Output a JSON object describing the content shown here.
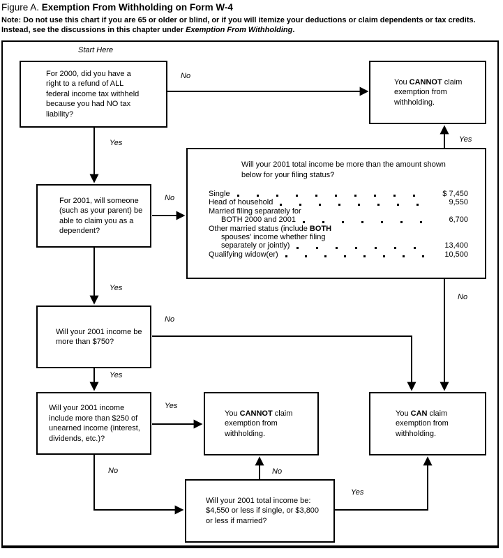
{
  "title": {
    "prefix": "Figure A. ",
    "main": "Exemption From Withholding on Form W-4"
  },
  "note": {
    "line1": "Note: Do not use this chart if you are 65 or older or blind, or if you will itemize your deductions or claim dependents or tax credits.",
    "line2_pre": "Instead, see the discussions in this chapter under ",
    "line2_italic": "Exemption From Withholding",
    "line2_post": "."
  },
  "labels": {
    "start_here": "Start Here",
    "no_refund": "No",
    "yes_refund": "Yes",
    "no_dependent": "No",
    "yes_dependent": "Yes",
    "yes_filing": "Yes",
    "no_filing": "No",
    "no_750": "No",
    "yes_750": "Yes",
    "yes_unearned": "Yes",
    "no_unearned": "No",
    "no_total": "No",
    "yes_total": "Yes"
  },
  "boxes": {
    "q_refund": "For 2000, did you have a right to a refund of ALL federal income tax withheld because you had NO tax liability?",
    "cannot_top": {
      "pre": "You ",
      "strong": "CANNOT",
      "post": " claim exemption  from withholding."
    },
    "q_dependent": "For 2001, will someone (such as your parent) be able to claim you as a dependent?",
    "q_750": "Will your 2001 income be more than $750?",
    "q_unearned": "Will your 2001 income include more than $250 of unearned income (interest, dividends, etc.)?",
    "cannot_mid": {
      "pre": "You ",
      "strong": "CANNOT",
      "post": " claim exemption  from withholding."
    },
    "can": {
      "pre": "You ",
      "strong": "CAN",
      "post": " claim exemption  from withholding."
    },
    "q_total": "Will your 2001 total income be: $4,550 or less if single, or $3,800 or less if married?"
  },
  "filing_box": {
    "heading": "Will your 2001 total income be more than the amount shown below for your filing status?",
    "rows": {
      "single": {
        "label": "Single",
        "amount": "$ 7,450"
      },
      "hoh": {
        "label": "Head of household",
        "amount": "9,550"
      },
      "mfs_head": {
        "label": "Married filing separately for"
      },
      "mfs_both": {
        "label": "BOTH 2000 and 2001",
        "amount": "6,700"
      },
      "other_pre": "Other married status (include ",
      "other_strong": "BOTH",
      "other_l2": "spouses' income whether filing",
      "other_l3": {
        "label": "separately or jointly)",
        "amount": "13,400"
      },
      "widow": {
        "label": "Qualifying widow(er)",
        "amount": "10,500"
      }
    }
  }
}
